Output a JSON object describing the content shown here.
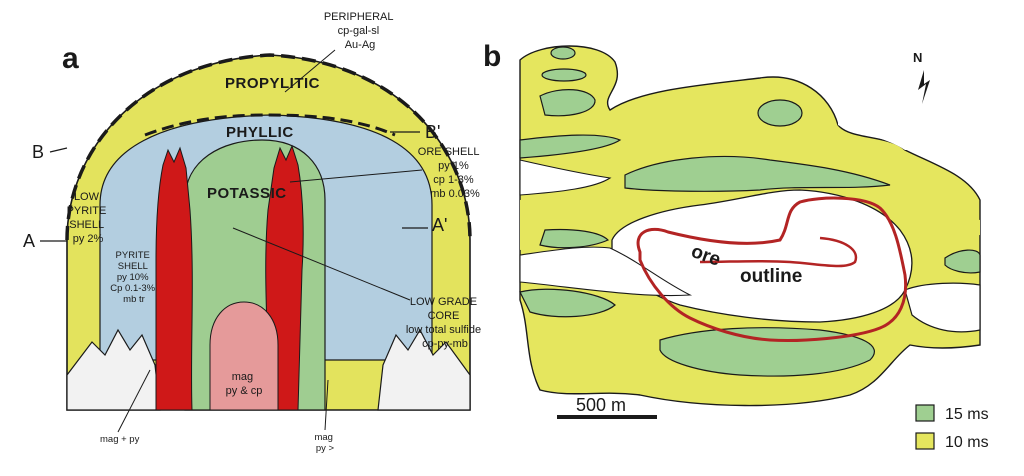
{
  "panel_a": {
    "label": "a",
    "zones": {
      "propylitic": "PROPYLITIC",
      "phyllic": "PHYLLIC",
      "potassic": "POTASSIC"
    },
    "peripheral": [
      "PERIPHERAL",
      "cp-gal-sl",
      "Au-Ag"
    ],
    "ore_shell": [
      "ORE SHELL",
      "py 1%",
      "cp 1-3%",
      "mb 0.03%"
    ],
    "low_pyrite_shell": [
      "LOW",
      "PYRITE",
      "SHELL",
      "py 2%"
    ],
    "pyrite_shell": [
      "PYRITE",
      "SHELL",
      "py 10%",
      "Cp 0.1-3%",
      "mb tr"
    ],
    "low_grade_core": [
      "LOW GRADE",
      "CORE",
      "low total sulfide",
      "cp-py-mb"
    ],
    "mag_core": [
      "mag",
      "py & cp"
    ],
    "bottom_left": "mag + py",
    "bottom_right": [
      "mag",
      "py >"
    ],
    "section_labels": {
      "b": "B",
      "b_prime": "B'",
      "a": "A",
      "a_prime": "A'"
    }
  },
  "panel_b": {
    "label": "b",
    "north": "N",
    "ore_outline": [
      "ore",
      "outline"
    ],
    "scale_bar": "500 m",
    "legend": [
      {
        "label": "15 ms",
        "color": "#9fcf91"
      },
      {
        "label": "10 ms",
        "color": "#e5e65e"
      }
    ]
  },
  "colors": {
    "propylitic": "#e3e35d",
    "phyllic": "#b3cee0",
    "potassic": "#9fcd91",
    "ore_shell": "#cf1818",
    "mag_core": "#e59a9a",
    "ore_outline": "#b32424"
  }
}
